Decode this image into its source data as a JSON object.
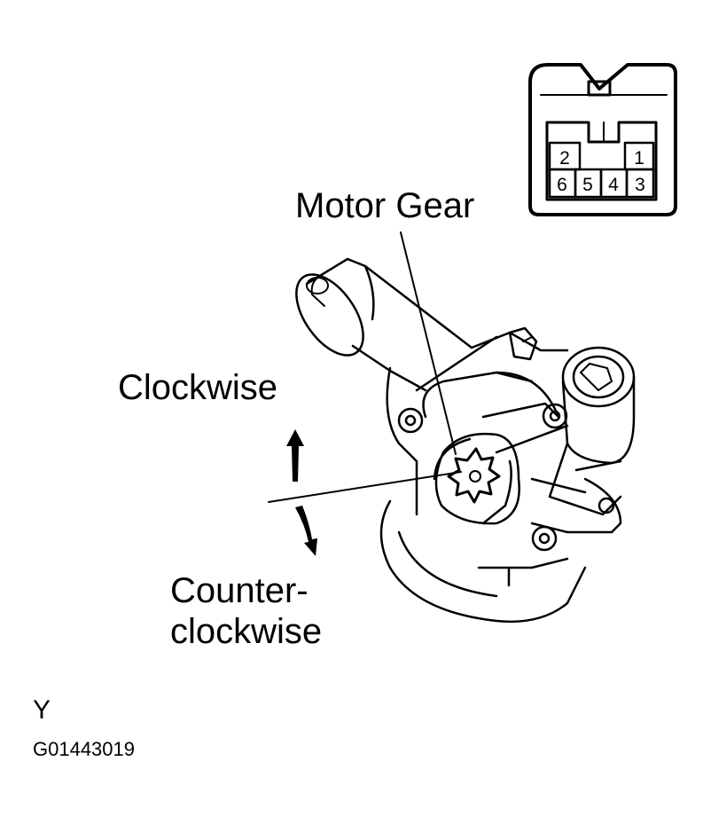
{
  "labels": {
    "motor_gear": "Motor Gear",
    "clockwise": "Clockwise",
    "counter_line1": "Counter-",
    "counter_line2": "clockwise",
    "y_mark": "Y",
    "figure_code": "G01443019"
  },
  "connector": {
    "top_row_pins": [
      "2",
      "1"
    ],
    "bottom_row_pins": [
      "6",
      "5",
      "4",
      "3"
    ]
  },
  "colors": {
    "ink": "#000000",
    "paper": "#ffffff"
  }
}
